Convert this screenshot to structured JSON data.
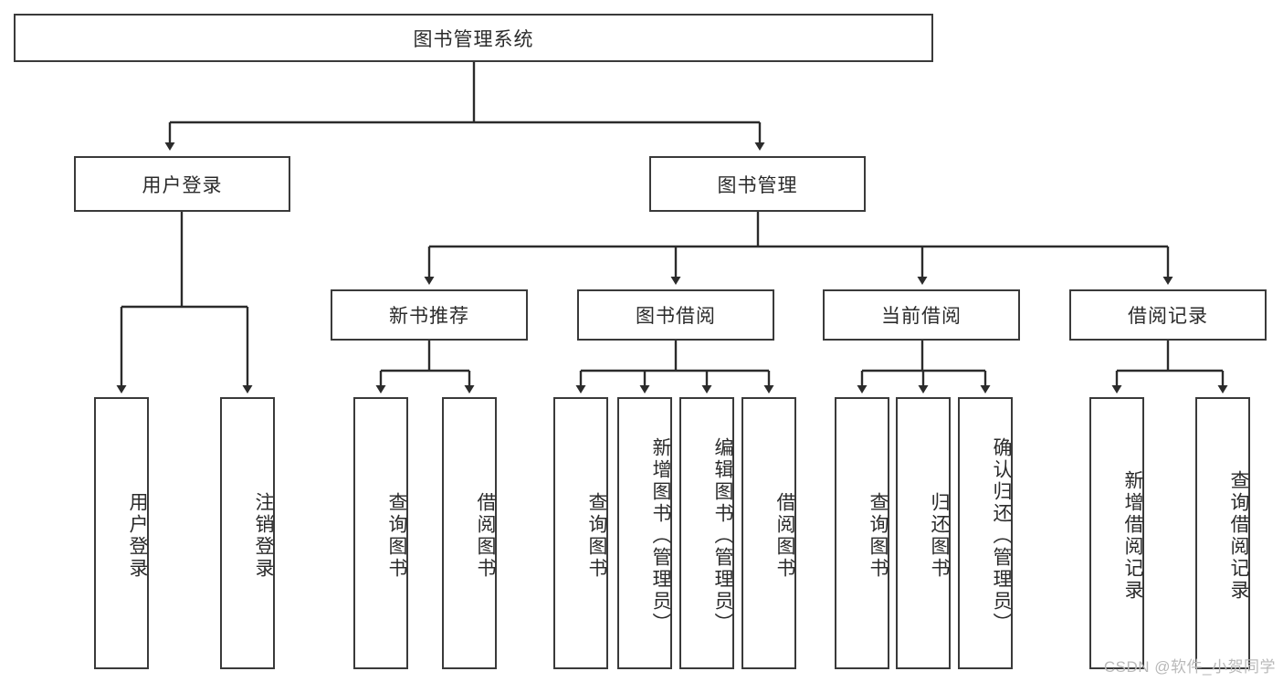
{
  "diagram": {
    "type": "hierarchy-tree",
    "title": "图书管理系统",
    "orientation": "top-down",
    "colors": {
      "box_border": "#3a3a3a",
      "box_fill": "#ffffff",
      "connector": "#2b2b2b",
      "text": "#2b2b2b",
      "watermark": "#b9b9b9"
    },
    "root": {
      "label": "图书管理系统"
    },
    "level1": [
      {
        "label": "用户登录"
      },
      {
        "label": "图书管理"
      }
    ],
    "level2": [
      {
        "label": "新书推荐"
      },
      {
        "label": "图书借阅"
      },
      {
        "label": "当前借阅"
      },
      {
        "label": "借阅记录"
      }
    ],
    "leaves": {
      "user_login": [
        {
          "label": "用户登录"
        },
        {
          "label": "注销登录"
        }
      ],
      "new_book_recommend": [
        {
          "label": "查询图书"
        },
        {
          "label": "借阅图书"
        }
      ],
      "book_borrow": [
        {
          "label": "查询图书"
        },
        {
          "label": "新增图书（管理员）"
        },
        {
          "label": "编辑图书（管理员）"
        },
        {
          "label": "借阅图书"
        }
      ],
      "current_borrow": [
        {
          "label": "查询图书"
        },
        {
          "label": "归还图书"
        },
        {
          "label": "确认归还（管理员）"
        }
      ],
      "borrow_record": [
        {
          "label": "新增借阅记录"
        },
        {
          "label": "查询借阅记录"
        }
      ]
    },
    "watermark": "CSDN @软件_小贺同学"
  }
}
